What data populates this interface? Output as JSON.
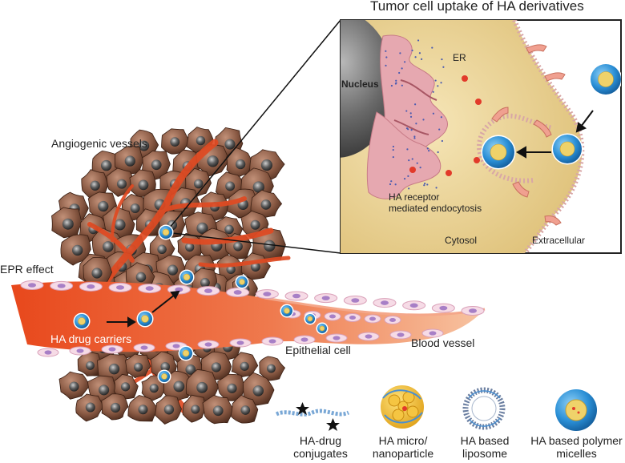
{
  "title": "Tumor cell uptake of HA derivatives",
  "labels": {
    "angiogenic_vessels": "Angiogenic vessels",
    "epr_effect": "EPR effect",
    "ha_drug_carriers": "HA drug carriers",
    "epithelial_cell": "Epithelial cell",
    "blood_vessel": "Blood vessel"
  },
  "inset": {
    "nucleus": "Nucleus",
    "er": "ER",
    "endocytosis_line1": "HA receptor",
    "endocytosis_line2": "mediated endocytosis",
    "cytosol": "Cytosol",
    "extracellular": "Extracellular"
  },
  "legend": [
    {
      "id": "conjugates",
      "label": "HA-drug conjugates"
    },
    {
      "id": "nanoparticle",
      "label": "HA micro/ nanoparticle"
    },
    {
      "id": "liposome",
      "label": "HA based liposome"
    },
    {
      "id": "micelles",
      "label": "HA based polymer micelles"
    }
  ],
  "colors": {
    "tumor_cell": "#8a5a44",
    "tumor_cell_dark": "#4a2a1c",
    "vessel": "#e2502a",
    "cytosol": "#ecd59a",
    "micelle": "#2a8fd6",
    "micelle_core": "#efd26a",
    "er": "#e6a8b0"
  }
}
